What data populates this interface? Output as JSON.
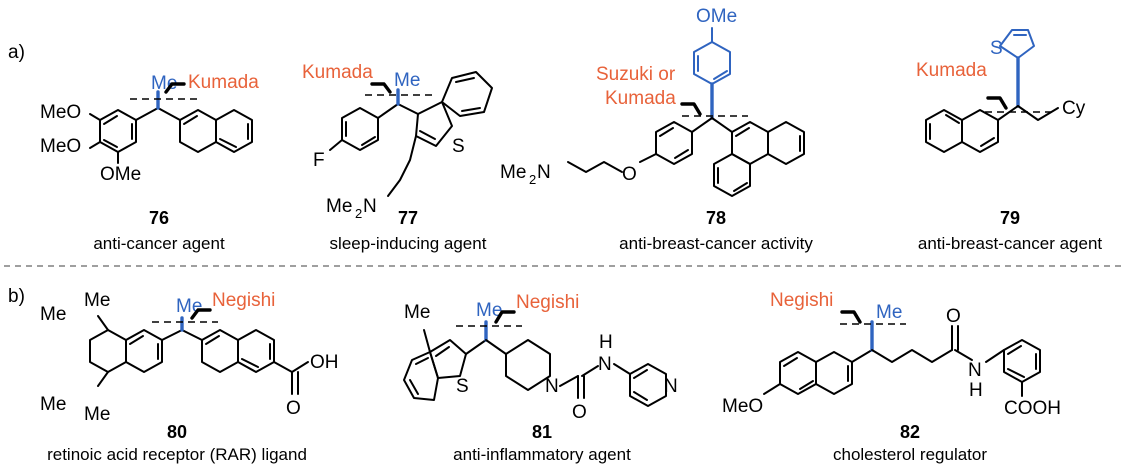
{
  "sections": {
    "a_label": "a)",
    "b_label": "b)"
  },
  "colors": {
    "methyl": "#2f64c0",
    "coupling": "#e8623a"
  },
  "atoms": {
    "me": "Me",
    "ome": "OMe",
    "meo": "MeO",
    "f": "F",
    "s": "S",
    "n": "N",
    "o": "O",
    "oh": "OH",
    "h": "H",
    "cy": "Cy",
    "cooh": "COOH",
    "me2": "Me",
    "sub2": "2"
  },
  "compounds": [
    {
      "number": "76",
      "description": "anti-cancer agent",
      "coupling": "Kumada"
    },
    {
      "number": "77",
      "description": "sleep-inducing agent",
      "coupling": "Kumada"
    },
    {
      "number": "78",
      "description": "anti-breast-cancer activity",
      "coupling_line1": "Suzuki or",
      "coupling_line2": "Kumada"
    },
    {
      "number": "79",
      "description": "anti-breast-cancer agent",
      "coupling": "Kumada"
    },
    {
      "number": "80",
      "description": "retinoic acid receptor (RAR) ligand",
      "coupling": "Negishi"
    },
    {
      "number": "81",
      "description": "anti-inflammatory agent",
      "coupling": "Negishi"
    },
    {
      "number": "82",
      "description": "cholesterol regulator",
      "coupling": "Negishi"
    }
  ]
}
